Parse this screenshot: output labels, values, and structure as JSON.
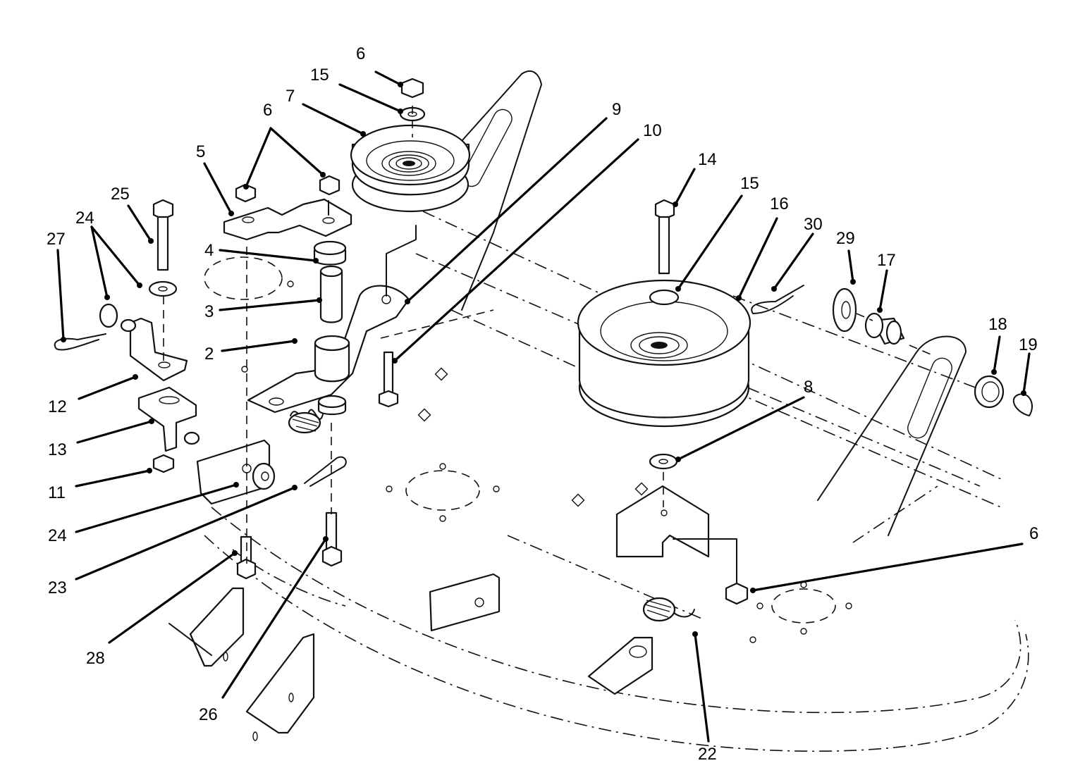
{
  "diagram": {
    "callouts": [
      {
        "key": "c6a",
        "text": "6"
      },
      {
        "key": "c15a",
        "text": "15"
      },
      {
        "key": "c7",
        "text": "7"
      },
      {
        "key": "c6b",
        "text": "6"
      },
      {
        "key": "c9",
        "text": "9"
      },
      {
        "key": "c10",
        "text": "10"
      },
      {
        "key": "c5",
        "text": "5"
      },
      {
        "key": "c25",
        "text": "25"
      },
      {
        "key": "c24a",
        "text": "24"
      },
      {
        "key": "c27",
        "text": "27"
      },
      {
        "key": "c4",
        "text": "4"
      },
      {
        "key": "c3",
        "text": "3"
      },
      {
        "key": "c2",
        "text": "2"
      },
      {
        "key": "c12",
        "text": "12"
      },
      {
        "key": "c13",
        "text": "13"
      },
      {
        "key": "c11",
        "text": "11"
      },
      {
        "key": "c24b",
        "text": "24"
      },
      {
        "key": "c23",
        "text": "23"
      },
      {
        "key": "c28",
        "text": "28"
      },
      {
        "key": "c26",
        "text": "26"
      },
      {
        "key": "c14",
        "text": "14"
      },
      {
        "key": "c15b",
        "text": "15"
      },
      {
        "key": "c16",
        "text": "16"
      },
      {
        "key": "c30",
        "text": "30"
      },
      {
        "key": "c29",
        "text": "29"
      },
      {
        "key": "c17",
        "text": "17"
      },
      {
        "key": "c18",
        "text": "18"
      },
      {
        "key": "c19",
        "text": "19"
      },
      {
        "key": "c8",
        "text": "8"
      },
      {
        "key": "c6c",
        "text": "6"
      },
      {
        "key": "c22",
        "text": "22"
      }
    ]
  }
}
